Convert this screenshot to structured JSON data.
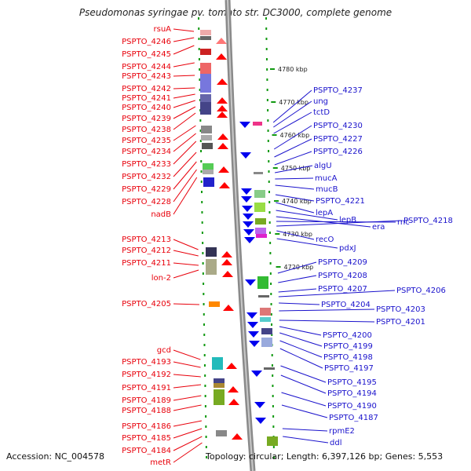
{
  "title": "Pseudomonas syringae pv. tomato str. DC3000, complete genome",
  "footer": {
    "accession": "Accession: NC_004578",
    "stats": "Topology: circular; Length: 6,397,126 bp; Genes: 5,553"
  },
  "colors": {
    "left_labels": "#e8000b",
    "right_labels": "#1a12cc",
    "backbone": "#8a8a8a",
    "ruler": "#119911",
    "forward_gene": "#ff0000",
    "reverse_gene": "#0000ee"
  },
  "scale_marks": [
    {
      "label": "4780 kbp",
      "pos": 4780
    },
    {
      "label": "4770 kbp",
      "pos": 4770
    },
    {
      "label": "4760 kbp",
      "pos": 4760
    },
    {
      "label": "4750 kbp",
      "pos": 4750
    },
    {
      "label": "4740 kbp",
      "pos": 4740
    },
    {
      "label": "4730 kbp",
      "pos": 4730
    },
    {
      "label": "4720 kbp",
      "pos": 4720
    }
  ],
  "left_genes": [
    "rsuA",
    "PSPTO_4246",
    "PSPTO_4245",
    "PSPTO_4244",
    "PSPTO_4243",
    "PSPTO_4242",
    "PSPTO_4241",
    "PSPTO_4240",
    "PSPTO_4239",
    "PSPTO_4238",
    "PSPTO_4235",
    "PSPTO_4234",
    "PSPTO_4233",
    "PSPTO_4232",
    "PSPTO_4229",
    "PSPTO_4228",
    "nadB",
    "PSPTO_4213",
    "PSPTO_4212",
    "PSPTO_4211",
    "lon-2",
    "PSPTO_4205",
    "gcd",
    "PSPTO_4193",
    "PSPTO_4192",
    "PSPTO_4191",
    "PSPTO_4189",
    "PSPTO_4188",
    "PSPTO_4186",
    "PSPTO_4185",
    "PSPTO_4184",
    "metR"
  ],
  "right_genes": [
    "PSPTO_4237",
    "ung",
    "tctD",
    "PSPTO_4230",
    "PSPTO_4227",
    "PSPTO_4226",
    "algU",
    "mucA",
    "mucB",
    "PSPTO_4221",
    "lepA",
    "lepB",
    "era",
    "rnc",
    "PSPTO_4218",
    "recO",
    "pdxJ",
    "PSPTO_4209",
    "PSPTO_4208",
    "PSPTO_4207",
    "PSPTO_4206",
    "PSPTO_4204",
    "PSPTO_4203",
    "PSPTO_4201",
    "PSPTO_4200",
    "PSPTO_4199",
    "PSPTO_4198",
    "PSPTO_4197",
    "PSPTO_4195",
    "PSPTO_4194",
    "PSPTO_4190",
    "PSPTO_4187",
    "rpmE2",
    "ddl"
  ]
}
